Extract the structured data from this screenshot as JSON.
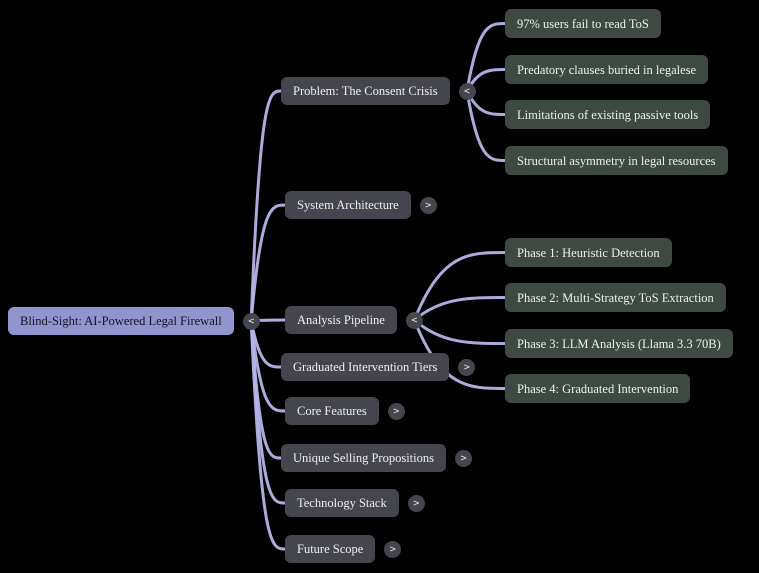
{
  "colors": {
    "background": "#000000",
    "root-fill": "#9094cf",
    "root-text": "#15151f",
    "branch-fill": "#45464d",
    "leaf-fill": "#3d4a42",
    "node-text": "#efefef",
    "edge": "#b5b4e8",
    "toggle-fill": "#45464d",
    "toggle-text": "#e8e8e8"
  },
  "root": {
    "label": "Blind-Sight: AI-Powered Legal Firewall",
    "toggle": "<"
  },
  "branches": [
    {
      "label": "Problem: The Consent Crisis",
      "toggle": "<"
    },
    {
      "label": "System Architecture",
      "toggle": ">"
    },
    {
      "label": "Analysis Pipeline",
      "toggle": "<"
    },
    {
      "label": "Graduated Intervention Tiers",
      "toggle": ">"
    },
    {
      "label": "Core Features",
      "toggle": ">"
    },
    {
      "label": "Unique Selling Propositions",
      "toggle": ">"
    },
    {
      "label": "Technology Stack",
      "toggle": ">"
    },
    {
      "label": "Future Scope",
      "toggle": ">"
    }
  ],
  "problem_children": [
    {
      "label": "97% users fail to read ToS"
    },
    {
      "label": "Predatory clauses buried in legalese"
    },
    {
      "label": "Limitations of existing passive tools"
    },
    {
      "label": "Structural asymmetry in legal resources"
    }
  ],
  "analysis_children": [
    {
      "label": "Phase 1: Heuristic Detection"
    },
    {
      "label": "Phase 2: Multi-Strategy ToS Extraction"
    },
    {
      "label": "Phase 3: LLM Analysis (Llama 3.3 70B)"
    },
    {
      "label": "Phase 4: Graduated Intervention"
    }
  ]
}
